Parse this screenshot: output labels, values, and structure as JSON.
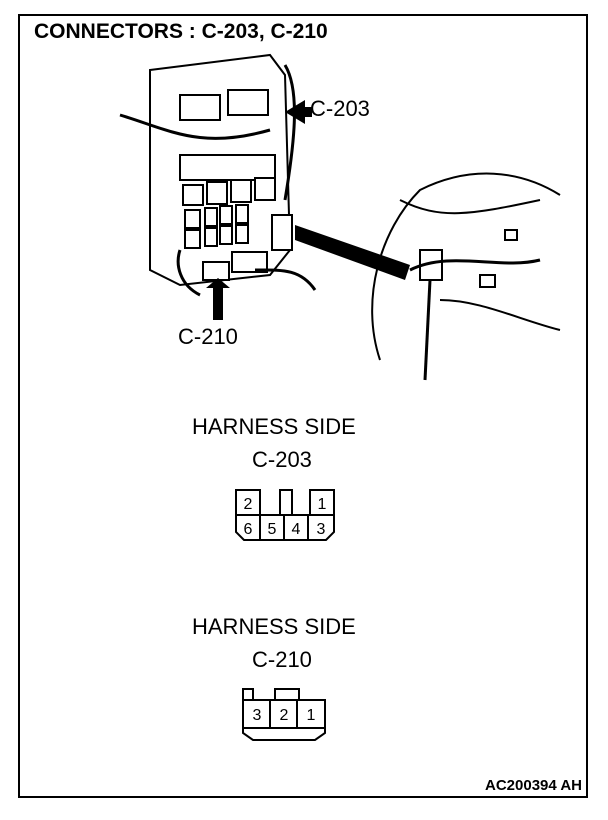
{
  "title": "CONNECTORS : C-203, C-210",
  "callouts": {
    "c203": "C-203",
    "c210": "C-210"
  },
  "connectors": [
    {
      "heading": "HARNESS SIDE",
      "name": "C-203",
      "top_pins": [
        "2",
        "1"
      ],
      "bottom_pins": [
        "6",
        "5",
        "4",
        "3"
      ]
    },
    {
      "heading": "HARNESS SIDE",
      "name": "C-210",
      "pins": [
        "3",
        "2",
        "1"
      ]
    }
  ],
  "figure_code": "AC200394 AH"
}
